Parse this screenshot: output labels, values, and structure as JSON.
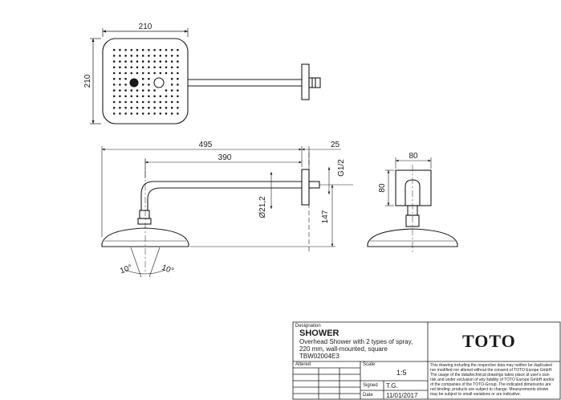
{
  "dimensions": {
    "head_width": "210",
    "head_height": "210",
    "total_length": "495",
    "arm_length": "390",
    "flange_depth": "25",
    "thread": "G1/2",
    "arm_diameter": "Ø21,2",
    "drop_height": "147",
    "side_width": "80",
    "side_height": "80",
    "tilt_left": "10°",
    "tilt_right": "10°"
  },
  "title_block": {
    "designation_label": "Designation",
    "product_name": "SHOWER",
    "description_line1": "Overhead Shower with 2 types of spray,",
    "description_line2": "220 mm, wall-mounted, square",
    "article_number": "TBW02004E3",
    "brand": "TOTO",
    "altered_label": "Altered",
    "scale_label": "Scale",
    "scale_value": "1:5",
    "signed_label": "Signed",
    "signed_value": "T.G.",
    "date_label": "Date",
    "date_value": "11/01/2017",
    "disclaimer_lines": [
      "This drawing including the respective data may neither be duplicated",
      "nor modified nor altered without the consent of TOTO Europe GmbH.",
      "The usage of the data/technical drawings takes place at user's own",
      "risk and under exclusion of any liability of TOTO Europe GmbH and/or",
      "of the companies of the TOTO-Group. The indicated dimensions are",
      "not binding; products are subject to change. Measurements shown",
      "may be subject to small variations or are indicative."
    ]
  }
}
